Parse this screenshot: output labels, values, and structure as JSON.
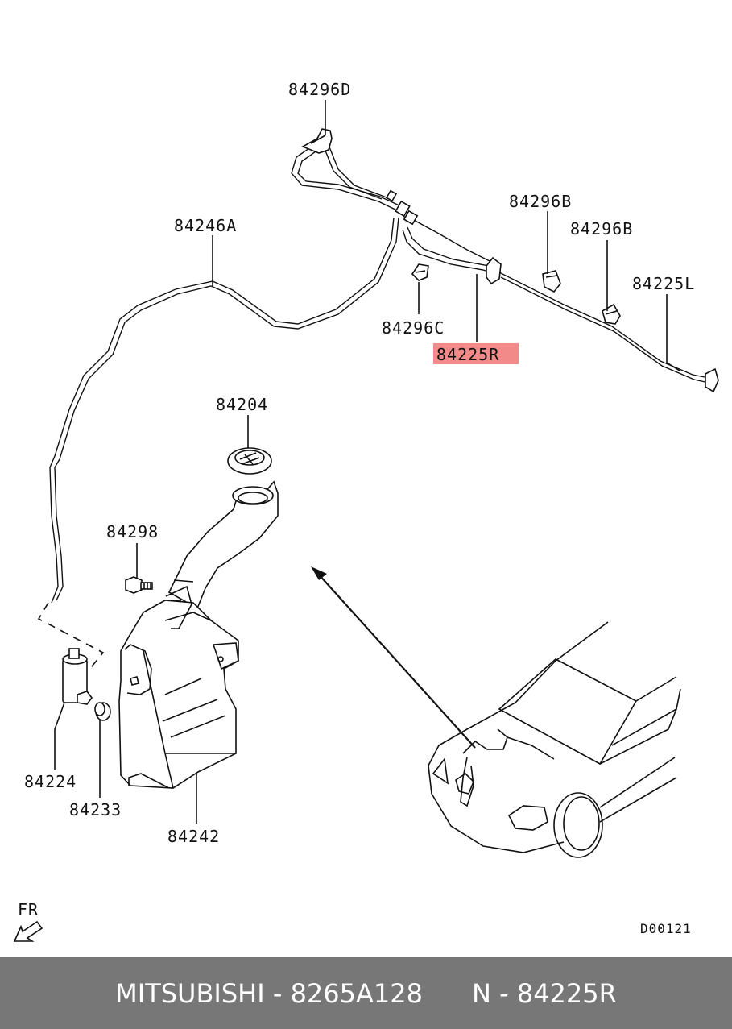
{
  "labels": {
    "p84296D": "84296D",
    "p84246A": "84246A",
    "p84296B_1": "84296B",
    "p84296B_2": "84296B",
    "p84225L": "84225L",
    "p84296C": "84296C",
    "p84225R": "84225R",
    "p84204": "84204",
    "p84298": "84298",
    "p84224": "84224",
    "p84233": "84233",
    "p84242": "84242",
    "fr": "FR",
    "code": "D00121"
  },
  "highlight_color": "#f28a8a",
  "footer": {
    "brand": "MITSUBISHI - 8265A128",
    "part": "N - 84225R"
  }
}
